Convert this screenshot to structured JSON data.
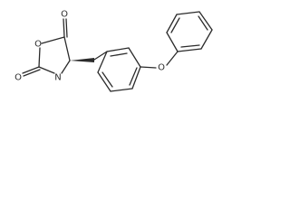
{
  "molecule": {
    "atoms": [
      {
        "id": "o-carbonyl-top",
        "symbol": "O",
        "label": "O"
      },
      {
        "id": "o-ring",
        "symbol": "O",
        "label": "O"
      },
      {
        "id": "o-carbonyl-left",
        "symbol": "O",
        "label": "O"
      },
      {
        "id": "n-ring",
        "symbol": "N",
        "label": "N"
      },
      {
        "id": "o-ether",
        "symbol": "O",
        "label": "O"
      }
    ]
  },
  "colors": {
    "ink": "#2b2b2b",
    "background": "#ffffff"
  }
}
